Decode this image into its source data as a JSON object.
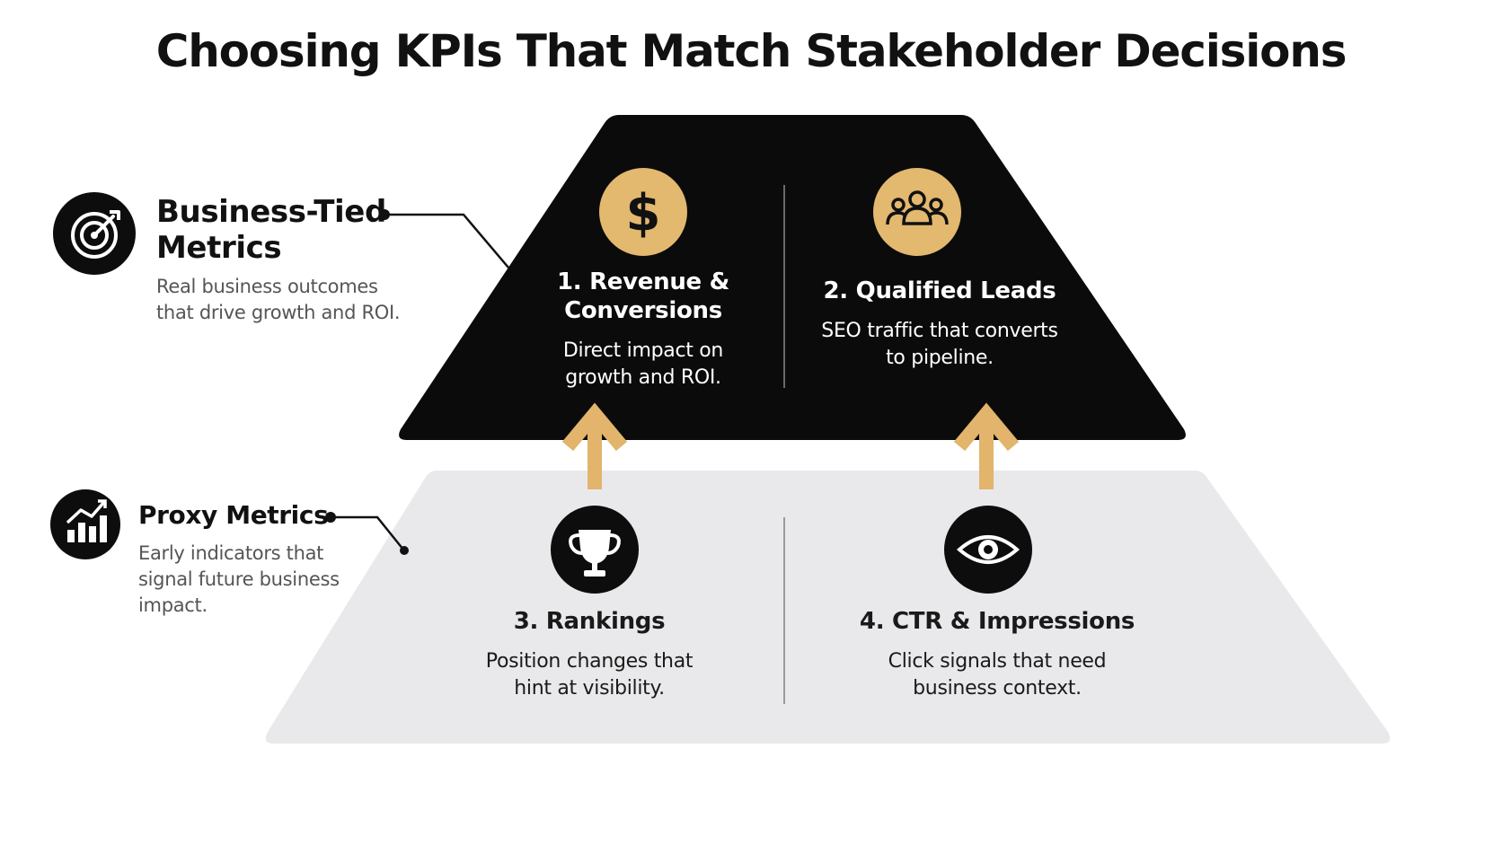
{
  "title": "Choosing KPIs That Match Stakeholder Decisions",
  "legend": {
    "business": {
      "icon": "target-icon",
      "title_line1": "Business-Tied",
      "title_line2": "Metrics",
      "desc_line1": "Real business outcomes",
      "desc_line2": "that drive growth and ROI."
    },
    "proxy": {
      "icon": "growth-chart-icon",
      "title": "Proxy Metrics",
      "desc_line1": "Early indicators that",
      "desc_line2": "signal future business",
      "desc_line3": "impact."
    }
  },
  "top_tier": {
    "cards": [
      {
        "icon": "dollar-icon",
        "title_line1": "1. Revenue &",
        "title_line2": "Conversions",
        "desc_line1": "Direct impact on",
        "desc_line2": "growth and ROI."
      },
      {
        "icon": "people-group-icon",
        "title": "2. Qualified Leads",
        "desc_line1": "SEO traffic that converts",
        "desc_line2": "to pipeline."
      }
    ]
  },
  "bottom_tier": {
    "cards": [
      {
        "icon": "trophy-icon",
        "title": "3. Rankings",
        "desc_line1": "Position changes that",
        "desc_line2": "hint at visibility."
      },
      {
        "icon": "eye-icon",
        "title": "4. CTR & Impressions",
        "desc_line1": "Click signals that need",
        "desc_line2": "business context."
      }
    ]
  },
  "colors": {
    "dark_tier": "#0b0b0b",
    "light_tier": "#e9e9eb",
    "accent_gold": "#e3b86f",
    "arrow": "#e2b46c",
    "side_text": "#555555"
  }
}
